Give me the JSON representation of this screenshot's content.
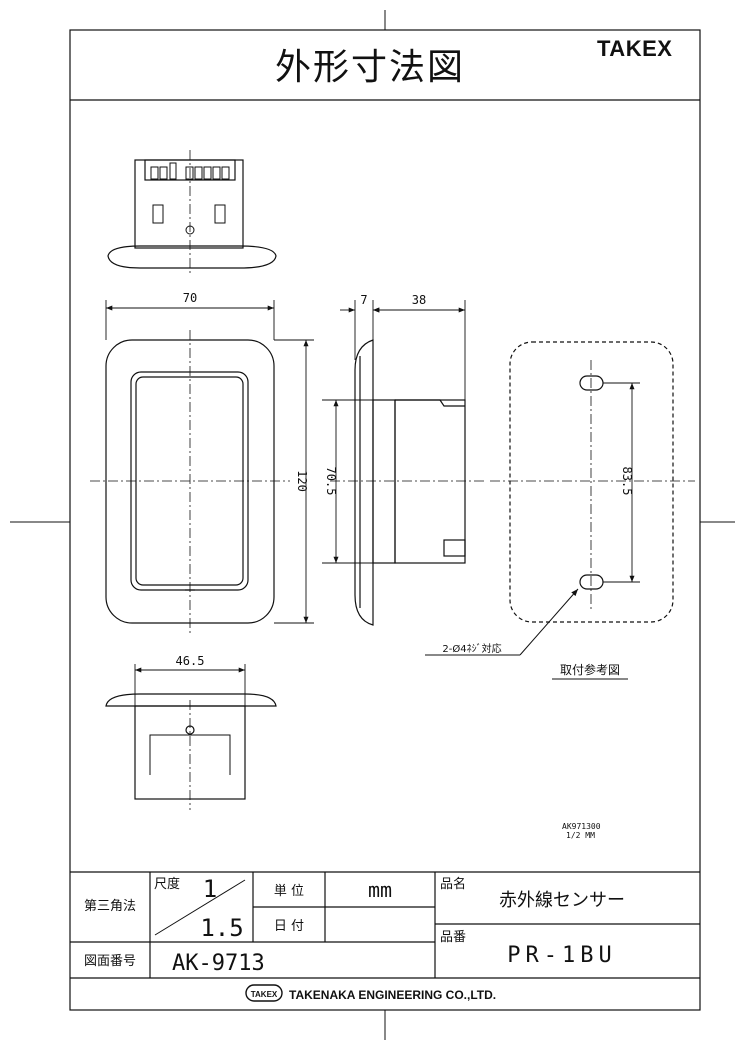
{
  "title": "外形寸法図",
  "brand": "TAKEX",
  "dimensions": {
    "front_width": "70",
    "front_height": "120",
    "side_plate": "7",
    "side_body": "38",
    "side_inner_height": "70.5",
    "bottom_width": "46.5",
    "mount_pitch": "83.5"
  },
  "annotations": {
    "screw_note": "2-Ø4ﾈｼﾞ対応",
    "mount_ref": "取付参考図",
    "drawing_code": "AK971300",
    "drawing_scale": "1/2 MM"
  },
  "title_block": {
    "projection": "第三角法",
    "scale_label": "尺度",
    "scale_num": "1",
    "scale_den": "1.5",
    "unit_label": "単 位",
    "unit_value": "mm",
    "date_label": "日 付",
    "date_value": "",
    "product_name_label": "品名",
    "product_name": "赤外線センサー",
    "product_no_label": "品番",
    "product_no": "PR-1BU",
    "drawing_no_label": "図面番号",
    "drawing_no": "AK-9713",
    "company_badge": "TAKEX",
    "company": "TAKENAKA ENGINEERING CO.,LTD."
  }
}
